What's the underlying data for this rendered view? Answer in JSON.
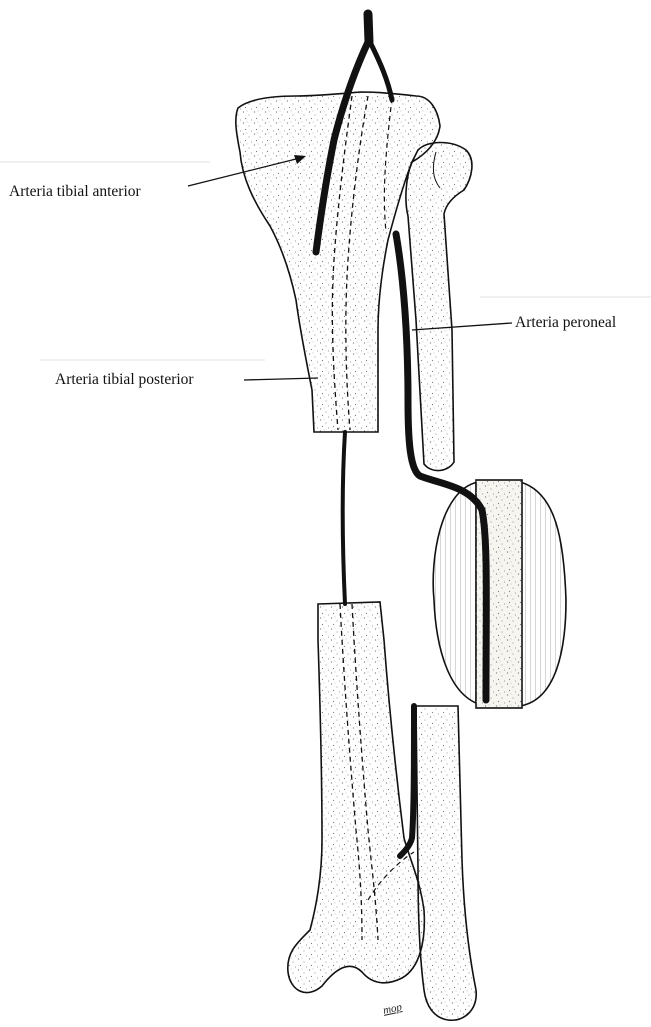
{
  "figure": {
    "labels": {
      "tibial_anterior": "Arteria tibial anterior",
      "peroneal": "Arteria peroneal",
      "tibial_posterior": "Arteria tibial posterior"
    },
    "signature": "mop",
    "colors": {
      "ink": "#111111",
      "bone": "#f7f5f0",
      "stipple": "#7a7a7a",
      "paper": "#ffffff"
    }
  }
}
